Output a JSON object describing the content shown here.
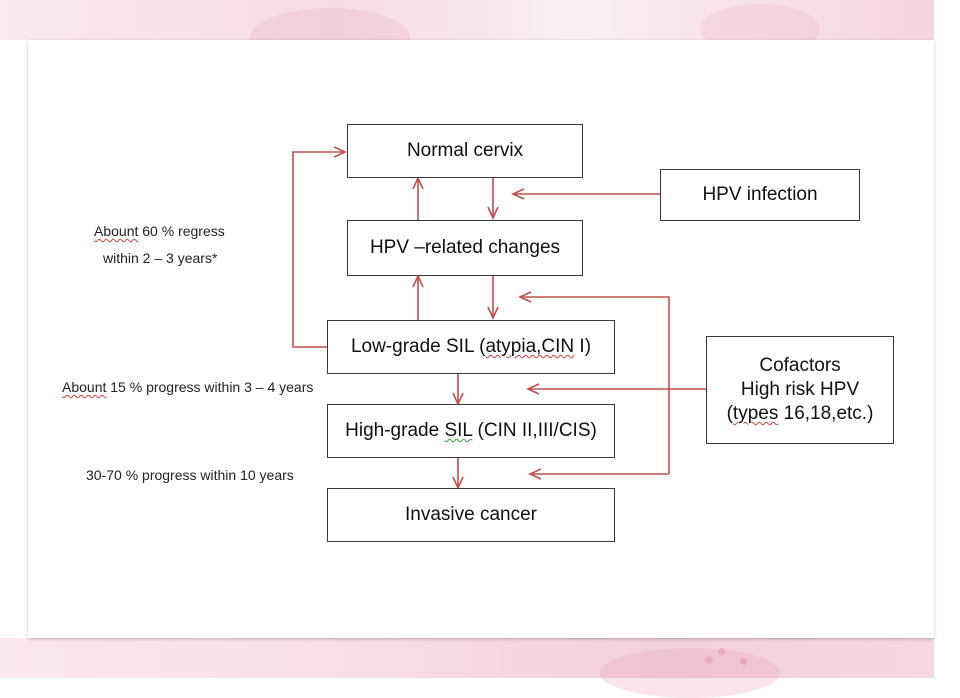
{
  "nodes": {
    "normal_cervix": "Normal cervix",
    "hpv_infection": "HPV infection",
    "hpv_related": "HPV –related changes",
    "low_grade_a": "Low-grade SIL (",
    "low_grade_b": "atypia,CIN",
    "low_grade_c": " I)",
    "high_grade_a": "High-grade ",
    "high_grade_b": "SIL",
    "high_grade_c": " (CIN II,III/CIS)",
    "invasive_cancer": "Invasive cancer",
    "cofactors_line1": "Cofactors",
    "cofactors_line2": "High risk HPV",
    "cofactors_line3a": "(",
    "cofactors_line3b": "types",
    "cofactors_line3c": " 16,18,etc.)"
  },
  "labels": {
    "regress_a": "Abount",
    "regress_b": " 60 % regress",
    "regress_line2": "within 2 – 3 years*",
    "progress15_a": "Abount",
    "progress15_b": " 15 % progress within 3 – 4 years",
    "progress3070": "30-70 % progress within 10 years"
  },
  "colors": {
    "arrow": "#c0504d",
    "box_border": "#3a3a3a",
    "background_tint": "#f6dbe4"
  }
}
